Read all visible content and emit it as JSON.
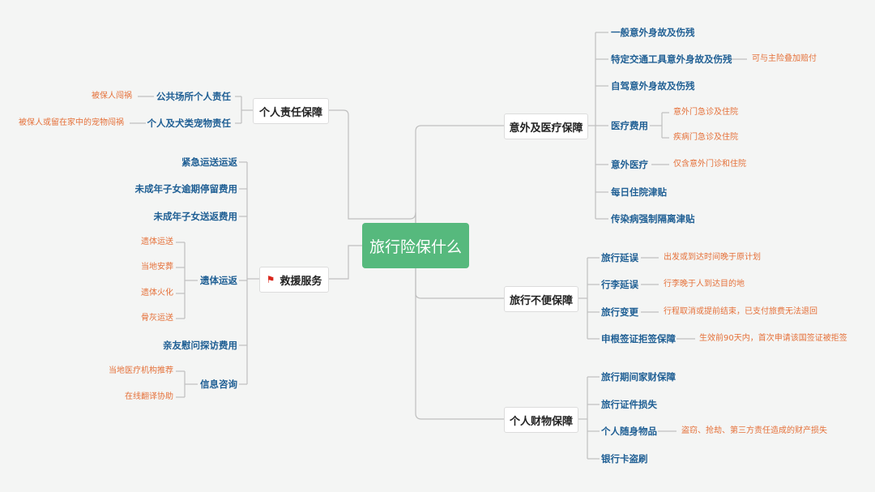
{
  "root": "旅行险保什么",
  "branches": {
    "accident": {
      "label": "意外及医疗保障",
      "items": [
        {
          "label": "一般意外身故及伤残"
        },
        {
          "label": "特定交通工具意外身故及伤残",
          "note": "可与主险叠加赔付"
        },
        {
          "label": "自驾意外身故及伤残"
        },
        {
          "label": "医疗费用",
          "subs": [
            "意外门急诊及住院",
            "疾病门急诊及住院"
          ]
        },
        {
          "label": "意外医疗",
          "note": "仅含意外门诊和住院"
        },
        {
          "label": "每日住院津贴"
        },
        {
          "label": "传染病强制隔离津贴"
        }
      ]
    },
    "inconvenience": {
      "label": "旅行不便保障",
      "items": [
        {
          "label": "旅行延误",
          "note": "出发或到达时间晚于原计划"
        },
        {
          "label": "行李延误",
          "note": "行李晚于人到达目的地"
        },
        {
          "label": "旅行变更",
          "note": "行程取消或提前结束，已支付旅费无法退回"
        },
        {
          "label": "申根签证拒签保障",
          "note": "生效前90天内，首次申请该国签证被拒签"
        }
      ]
    },
    "property": {
      "label": "个人财物保障",
      "items": [
        {
          "label": "旅行期间家财保障"
        },
        {
          "label": "旅行证件损失"
        },
        {
          "label": "个人随身物品",
          "note": "盗窃、抢劫、第三方责任造成的财产损失"
        },
        {
          "label": "银行卡盗刷"
        }
      ]
    },
    "liability": {
      "label": "个人责任保障",
      "items": [
        {
          "label": "公共场所个人责任",
          "note": "被保人闯祸"
        },
        {
          "label": "个人及犬类宠物责任",
          "note": "被保人或留在家中的宠物闯祸"
        }
      ]
    },
    "rescue": {
      "label": "救援服务",
      "icon": "red-flag-icon",
      "items": [
        {
          "label": "紧急运送运返"
        },
        {
          "label": "未成年子女逾期停留费用"
        },
        {
          "label": "未成年子女送返费用"
        },
        {
          "label": "遗体运返",
          "subs": [
            "遗体运送",
            "当地安葬",
            "遗体火化",
            "骨灰运送"
          ]
        },
        {
          "label": "亲友慰问探访费用"
        },
        {
          "label": "信息咨询",
          "subs": [
            "当地医疗机构推荐",
            "在线翻译协助"
          ]
        }
      ]
    }
  },
  "colors": {
    "root": "#56b97d",
    "level2": "#1f5f94",
    "note": "#e5713a",
    "line": "#bfbfbf"
  }
}
